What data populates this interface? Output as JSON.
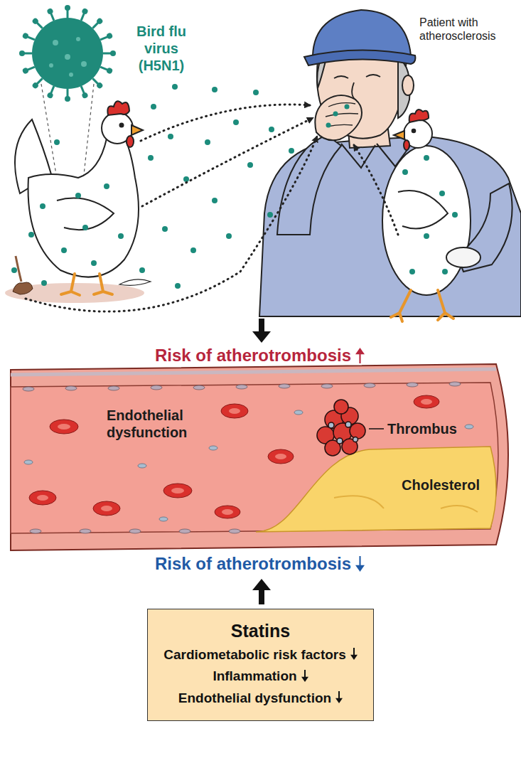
{
  "diagram": {
    "nodes": [
      {
        "text": [
          "Statins",
          "Cardiometabolic risk factors",
          "Inflammation",
          "Endothelial dysfunction"
        ]
      }
    ],
    "labels": [
      "Bird flu virus (H5N1)",
      "Patient with atherosclerosis",
      "Risk of atherotrombosis",
      "Endothelial dysfunction",
      "Thrombus",
      "Cholesterol",
      "Risk of atherotrombosis"
    ]
  }
}
